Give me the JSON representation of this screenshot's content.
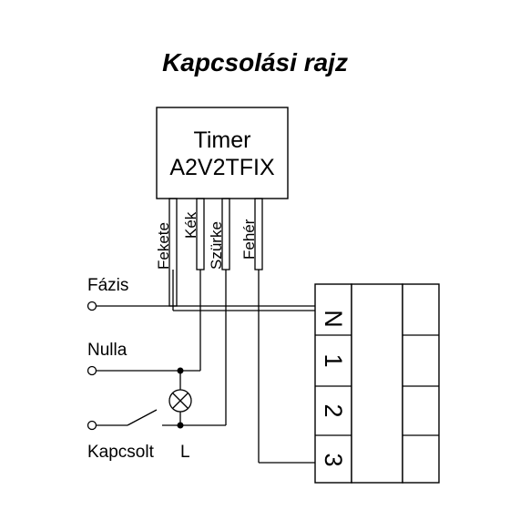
{
  "title": "Kapcsolási rajz",
  "timer": {
    "line1": "Timer",
    "line2": "A2V2TFIX"
  },
  "wires": [
    "Fekete",
    "Kék",
    "Szürke",
    "Fehér"
  ],
  "terminals": {
    "fazis": "Fázis",
    "nulla": "Nulla",
    "kapcsolt": "Kapcsolt",
    "l": "L"
  },
  "block_terminals": [
    "N",
    "1",
    "2",
    "3"
  ]
}
